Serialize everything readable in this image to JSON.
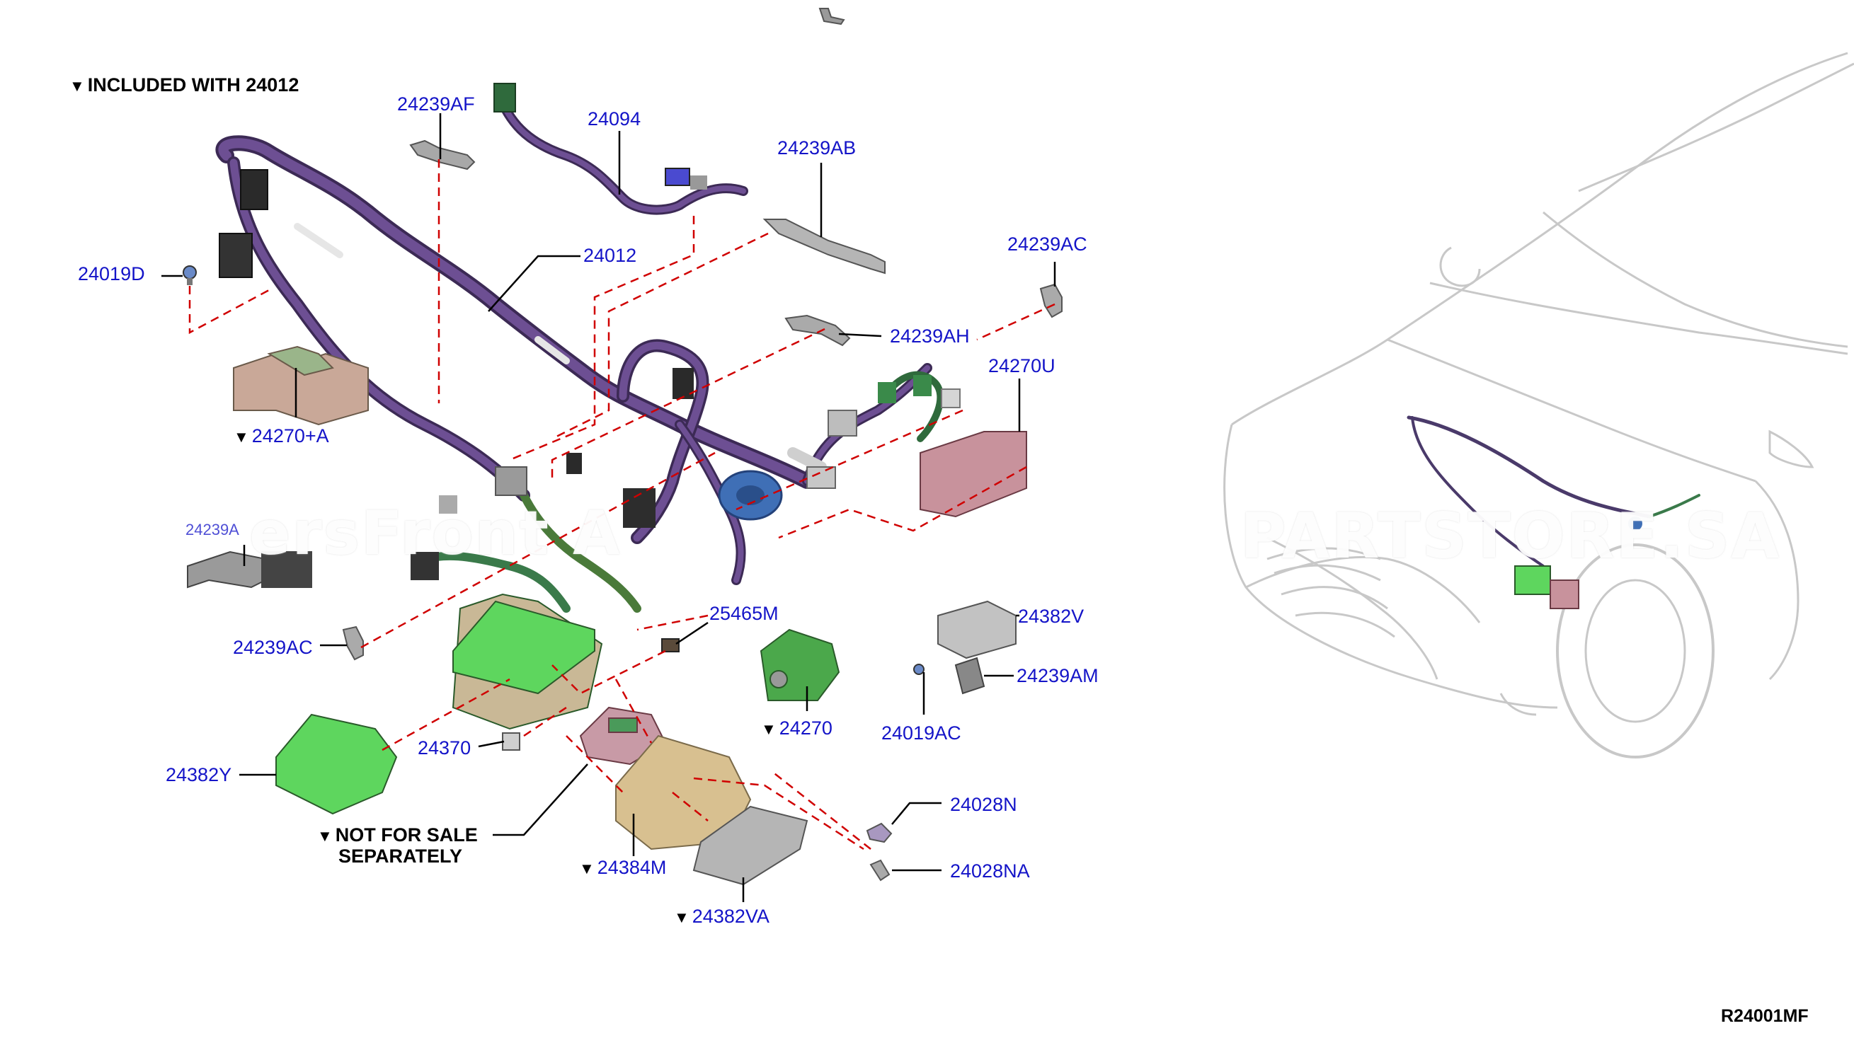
{
  "header": {
    "included_note": "INCLUDED WITH 24012",
    "marker": "▼"
  },
  "callouts": {
    "c24239AF": "24239AF",
    "c24094": "24094",
    "c24239AB": "24239AB",
    "c24239AC_top": "24239AC",
    "c24019D": "24019D",
    "c24012": "24012",
    "c24239AH": "24239AH",
    "c24270U": "24270U",
    "c24270A": "24270+A",
    "c24239A": "24239A",
    "c24239AC_bottom": "24239AC",
    "c25465M": "25465M",
    "c24382V": "24382V",
    "c24239AM": "24239AM",
    "c24270": "24270",
    "c24019AC": "24019AC",
    "c24370": "24370",
    "c24382Y": "24382Y",
    "c24028N": "24028N",
    "c24028NA": "24028NA",
    "c24384M": "24384M",
    "c24382VA": "24382VA"
  },
  "notes": {
    "not_for_sale_line1": "NOT FOR SALE",
    "not_for_sale_line2": "SEPARATELY"
  },
  "watermark": {
    "left": "ersFront A",
    "right": "PARTSTORE.SA"
  },
  "diagram_code": "R24001MF",
  "colors": {
    "label_blue": "#1414c8",
    "leader_red": "#d00000",
    "harness_purple": "#5a3f7a",
    "connector_green": "#3a8a4a",
    "part_green": "#5ed65e",
    "part_pink": "#b88a90",
    "part_tan": "#d8c090",
    "part_gray": "#b0b0b0"
  }
}
